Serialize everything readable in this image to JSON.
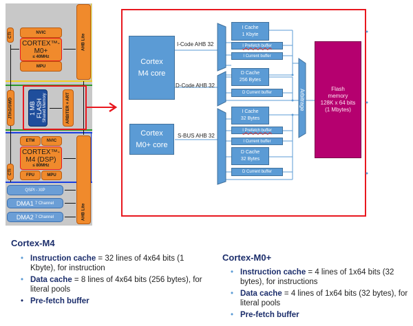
{
  "left_diagram": {
    "m0_block": {
      "cti": "CTI",
      "nvic": "NVIC",
      "core_line1": "CORTEX™-",
      "core_line2": "M0+",
      "core_freq": "≤ 40MHz",
      "mpu": "MPU"
    },
    "ahb_lite_top": "AHB Lite",
    "jtag": "JTAG/SWD",
    "flash": {
      "title": "1 MB FLASH",
      "subtitle": "Shared Memory"
    },
    "arbiter": "ARBITER + ART",
    "m4_block": {
      "etm": "ETM",
      "nvic": "NVIC",
      "core_line1": "CORTEX™-",
      "core_line2": "M4 (DSP)",
      "core_freq": "≤ 80MHz",
      "cti": "CTI",
      "fpu": "FPU",
      "mpu": "MPU"
    },
    "qspi": "QSPI - XIP",
    "dma1": {
      "name": "DMA1",
      "channels": "7 Channel"
    },
    "dma2": {
      "name": "DMA2",
      "channels": "7 Channel"
    },
    "ahb_lite_bottom": "AHB Lite"
  },
  "right_diagram": {
    "m4_core": "Cortex M4 core",
    "m0_core": "Cortex M0+ core",
    "buses": {
      "icode": "I-Code AHB 32",
      "dcode": "D-Code AHB 32",
      "sbus": "S-BUS AHB 32"
    },
    "m4_caches": {
      "icache": [
        "I Cache",
        "1 Kbyte"
      ],
      "iprefetch": "I Prefetch buffer",
      "icurrent": "I Current buffer",
      "dcache": [
        "D Cache",
        "256 Bytes"
      ],
      "dcurrent": "D Current buffer"
    },
    "m0_caches": {
      "icache": [
        "I Cache",
        "32 Bytes"
      ],
      "iprefetch": "I Prefetch buffer",
      "icurrent": "I Current buffer",
      "dcache": [
        "D Cache",
        "32 Bytes"
      ],
      "dcurrent": "D Current buffer"
    },
    "arbitrage": "Arbitrage",
    "flash_memory": [
      "Flash",
      "memory",
      "128K x 64 bits",
      "(1 Mbytes)"
    ]
  },
  "colors": {
    "orange": "#f08a2c",
    "red": "#e8171e",
    "blue_box": "#5b9bd5",
    "flash_magenta": "#b5006f",
    "heading_navy": "#1b2d6b"
  },
  "text": {
    "m4": {
      "heading": "Cortex-M4",
      "bullets": [
        {
          "bold": "Instruction cache",
          "rest": " = 32 lines of 4x64 bits (1 Kbyte), for instruction"
        },
        {
          "bold": "Data cache",
          "rest": " = 8 lines of 4x64 bits (256 bytes), for literal pools"
        },
        {
          "bold": "Pre-fetch buffer",
          "rest": ""
        }
      ]
    },
    "m0": {
      "heading": "Cortex-M0+",
      "bullets": [
        {
          "bold": "Instruction cache",
          "rest": " = 4 lines of 1x64 bits (32 bytes), for instructions"
        },
        {
          "bold": "Data cache",
          "rest": " = 4 lines of 1x64 bits (32 bytes), for literal pools"
        },
        {
          "bold": "Pre-fetch buffer",
          "rest": ""
        }
      ]
    }
  }
}
